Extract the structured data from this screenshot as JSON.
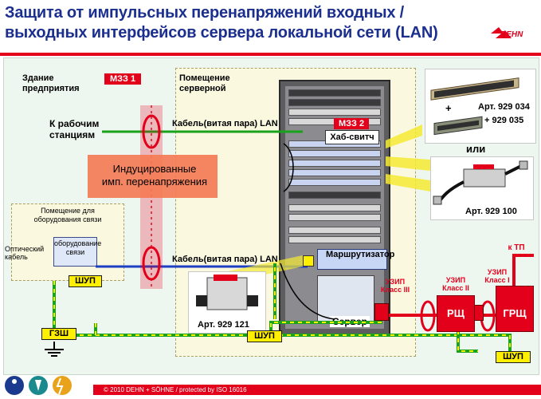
{
  "title": {
    "line1": "Защита от импульсных перенапряжений входных /",
    "line2": "выходных интерфейсов сервера локальной сети (LAN)"
  },
  "logo": {
    "text": "DEHN"
  },
  "labels": {
    "building": "Здание предприятия",
    "mzz1": "МЗЗ 1",
    "server_room": "Помещение серверной",
    "to_workstations": "К рабочим станциям",
    "cable_top": "Кабель(витая пара) LAN",
    "mzz2": "МЗЗ 2",
    "hub_switch": "Хаб-свитч",
    "induced_line1": "Индуцированные",
    "induced_line2": "имп. перенапряжения",
    "comm_room": "Помещение для оборудования связи",
    "comm_equipment": "оборудование связи",
    "optical_cable": "Оптический кабель",
    "cable_bottom": "Кабель(витая пара) LAN",
    "router": "Маршрутизатор",
    "server": "Сервер",
    "art_top_1": "Арт. 929 034",
    "art_top_2": "+ 929 035",
    "plus": "+",
    "or": "или",
    "art_mid": "Арт. 929 100",
    "art_bottom": "Арт. 929 121",
    "uzip3_line1": "УЗИП",
    "uzip3_line2": "Класс III",
    "uzip2_line1": "УЗИП",
    "uzip2_line2": "Класс II",
    "uzip1_line1": "УЗИП",
    "uzip1_line2": "Класс I",
    "to_tp": "к ТП",
    "rsh": "РЩ",
    "grsh": "ГРЩ",
    "gzsh": "ГЗШ",
    "shup": "ШУП"
  },
  "footer": {
    "text": "© 2010 DEHN + SÖHNE / protected by ISO 16016"
  },
  "colors": {
    "title": "#1b2f8f",
    "brand_red": "#e2001a",
    "ground_green": "#19a21b",
    "ground_dash": "#ffef00",
    "lan_blue": "#1d3fc4",
    "lan_green": "#19a21b",
    "power_red": "#e2001a"
  }
}
